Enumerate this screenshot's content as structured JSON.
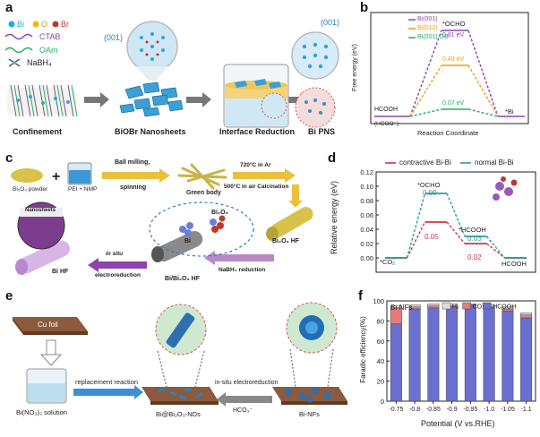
{
  "panels": {
    "a": {
      "letter": "a",
      "legend": {
        "atoms": [
          {
            "symbol": "Bi",
            "color": "#2aa7d8"
          },
          {
            "symbol": "O",
            "color": "#f2b705"
          },
          {
            "symbol": "Br",
            "color": "#c0392b"
          }
        ],
        "molecules": [
          {
            "name": "CTAB",
            "color": "#8e44ad"
          },
          {
            "name": "OAm",
            "color": "#27ae60"
          },
          {
            "name": "NaBH₄",
            "color": "#333333"
          }
        ]
      },
      "facet_left": "(001)",
      "facet_right": "(001)",
      "captions": [
        "Confinement",
        "BiOBr Nanosheets",
        "Interface Reduction",
        "Bi PNS"
      ]
    },
    "b": {
      "letter": "b",
      "ylabel": "Free energy (eV)",
      "xlabel": "Reaction Coordinate",
      "legend": [
        "Bi(001)",
        "Bi(012)",
        "Bi(001) GB"
      ],
      "labels": {
        "ocho": "*OCHO",
        "hcooh": "HCOOH",
        "hcoo": "(HCOO⁻)",
        "bi": "*Bi"
      },
      "values": [
        "0.81 eV",
        "0.49 eV",
        "0.07 eV"
      ]
    },
    "c": {
      "letter": "c",
      "items": {
        "bi2o3_powder": "Bi₂O₃ powder",
        "pei_nmp": "PEI + NMP",
        "ball_milling": "Ball milling,",
        "spinning": "spinning",
        "green_body": "Green body",
        "calc1": "720°C in Ar",
        "calc2": "500°C in air Calcination",
        "bi2o3_hf": "Bi₂O₃ HF",
        "nabh4": "NaBH₄ reduction",
        "bi_bi2o3_hf": "Bi/Bi₂O₃ HF",
        "in_situ": "in situ",
        "electroreduction": "electroreduction",
        "bi_hf": "Bi HF",
        "nanosheets": "Nanosheets",
        "bi": "Bi",
        "bi2o3": "Bi₂O₃"
      }
    },
    "d": {
      "letter": "d",
      "ylabel": "Relative energy (eV)",
      "legend": [
        "contractive Bi-Bi",
        "normal Bi-Bi"
      ],
      "labels": {
        "co2": "*CO₂",
        "ocho": "*OCHO",
        "hcooh_ads": "*HCOOH",
        "hcooh": "HCOOH"
      },
      "values": {
        "ocho_normal": "0.09",
        "ocho_contr": "0.05",
        "hcooh_normal": "0.03",
        "hcooh_contr": "0.02"
      }
    },
    "e": {
      "letter": "e",
      "labels": {
        "cu_foil": "Cu foil",
        "solution": "Bi(NO₃)₃ solution",
        "replacement": "replacement reaction",
        "nds": "Bi@Bi₂O₃-NDs",
        "in_situ": "in-situ electroreduction",
        "hco3": "HCO₃⁻",
        "nfs": "Bi-NFs"
      }
    }
  },
  "chart_data": [
    {
      "type": "line",
      "title": "",
      "xlabel": "Reaction Coordinate",
      "ylabel": "Free energy (eV)",
      "x": [
        "HCOOH (HCOO⁻)",
        "*OCHO",
        "*Bi"
      ],
      "series": [
        {
          "name": "Bi(001)",
          "color": "#8e44ad",
          "values": [
            0,
            0.81,
            0
          ]
        },
        {
          "name": "Bi(012)",
          "color": "#f39c12",
          "values": [
            0,
            0.49,
            0
          ]
        },
        {
          "name": "Bi(001) GB",
          "color": "#27ae60",
          "values": [
            0,
            0.07,
            0
          ]
        }
      ]
    },
    {
      "type": "line",
      "title": "",
      "xlabel": "",
      "ylabel": "Relative energy (eV)",
      "x": [
        "*CO₂",
        "*OCHO",
        "*HCOOH",
        "HCOOH"
      ],
      "ylim": [
        -0.02,
        0.12
      ],
      "yticks": [
        0.0,
        0.02,
        0.04,
        0.06,
        0.08,
        0.1,
        0.12
      ],
      "series": [
        {
          "name": "contractive Bi-Bi",
          "color": "#d9313b",
          "values": [
            0,
            0.05,
            0.02,
            0
          ]
        },
        {
          "name": "normal Bi-Bi",
          "color": "#2a9d9c",
          "values": [
            0,
            0.09,
            0.03,
            0
          ]
        }
      ]
    },
    {
      "type": "bar",
      "panel": "f",
      "title": "Bi-NFs",
      "xlabel": "Potential (V vs.RHE)",
      "ylabel": "Faradic efficiency(%)",
      "ylim": [
        0,
        100
      ],
      "yticks": [
        0,
        20,
        40,
        60,
        80,
        100
      ],
      "categories": [
        "-0.75",
        "-0.8",
        "-0.85",
        "-0.9",
        "-0.95",
        "-1.0",
        "-1.05",
        "-1.1"
      ],
      "stacked": true,
      "series": [
        {
          "name": "HCOOH",
          "color": "#6a6fd0",
          "values": [
            77,
            92,
            93,
            94,
            95,
            93,
            90,
            83
          ]
        },
        {
          "name": "CO",
          "color": "#e77b7b",
          "values": [
            16,
            2,
            2,
            1,
            1,
            1,
            2,
            3
          ]
        },
        {
          "name": "H₂",
          "color": "#dddddd",
          "values": [
            2,
            2,
            2,
            2,
            1,
            2,
            2,
            2
          ]
        }
      ]
    }
  ]
}
